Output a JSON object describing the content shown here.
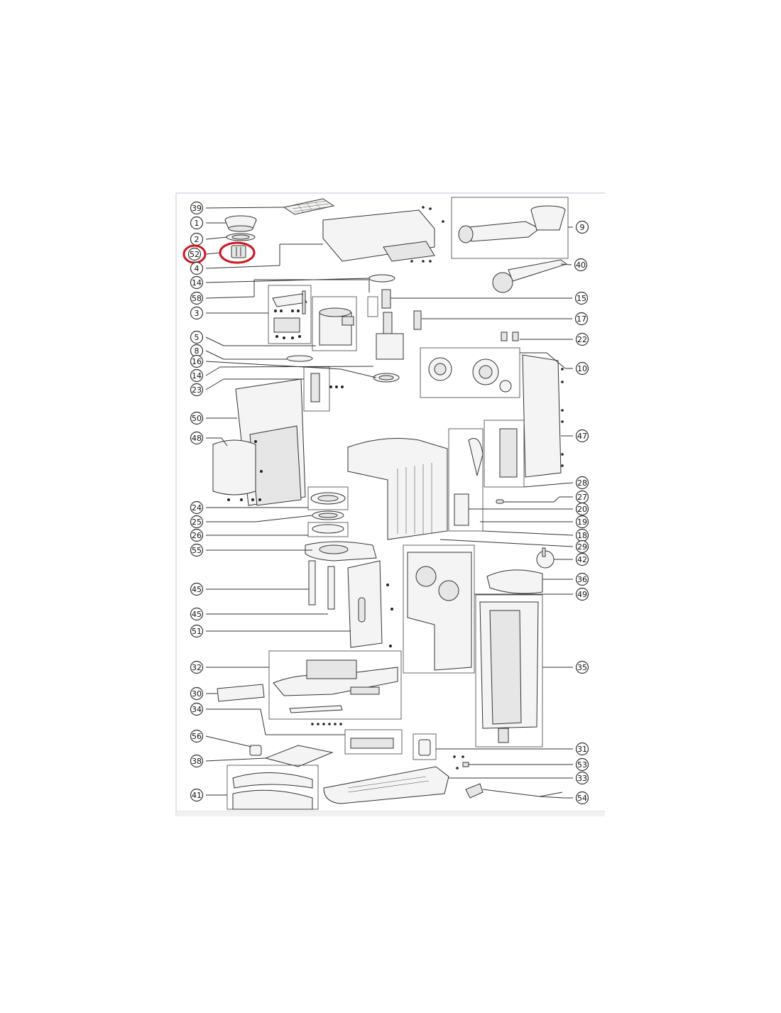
{
  "diagram": {
    "highlight_color": "#d0141c",
    "line_color": "#333333",
    "highlighted_label": "52",
    "callouts": [
      {
        "id": "c39",
        "label": "39"
      },
      {
        "id": "c1",
        "label": "1"
      },
      {
        "id": "c2",
        "label": "2"
      },
      {
        "id": "c52",
        "label": "52"
      },
      {
        "id": "c4",
        "label": "4"
      },
      {
        "id": "c14a",
        "label": "14"
      },
      {
        "id": "c58",
        "label": "58"
      },
      {
        "id": "c3",
        "label": "3"
      },
      {
        "id": "c5",
        "label": "5"
      },
      {
        "id": "c8",
        "label": "8"
      },
      {
        "id": "c16",
        "label": "16"
      },
      {
        "id": "c14b",
        "label": "14"
      },
      {
        "id": "c23",
        "label": "23"
      },
      {
        "id": "c50",
        "label": "50"
      },
      {
        "id": "c48",
        "label": "48"
      },
      {
        "id": "c24",
        "label": "24"
      },
      {
        "id": "c25",
        "label": "25"
      },
      {
        "id": "c26",
        "label": "26"
      },
      {
        "id": "c55",
        "label": "55"
      },
      {
        "id": "c45a",
        "label": "45"
      },
      {
        "id": "c45b",
        "label": "45"
      },
      {
        "id": "c51",
        "label": "51"
      },
      {
        "id": "c32",
        "label": "32"
      },
      {
        "id": "c30",
        "label": "30"
      },
      {
        "id": "c34",
        "label": "34"
      },
      {
        "id": "c56",
        "label": "56"
      },
      {
        "id": "c38",
        "label": "38"
      },
      {
        "id": "c41",
        "label": "41"
      },
      {
        "id": "c9",
        "label": "9"
      },
      {
        "id": "c40",
        "label": "40"
      },
      {
        "id": "c15",
        "label": "15"
      },
      {
        "id": "c17",
        "label": "17"
      },
      {
        "id": "c22",
        "label": "22"
      },
      {
        "id": "c10",
        "label": "10"
      },
      {
        "id": "c47",
        "label": "47"
      },
      {
        "id": "c28",
        "label": "28"
      },
      {
        "id": "c27",
        "label": "27"
      },
      {
        "id": "c20",
        "label": "20"
      },
      {
        "id": "c19",
        "label": "19"
      },
      {
        "id": "c18",
        "label": "18"
      },
      {
        "id": "c29",
        "label": "29"
      },
      {
        "id": "c42",
        "label": "42"
      },
      {
        "id": "c36",
        "label": "36"
      },
      {
        "id": "c49",
        "label": "49"
      },
      {
        "id": "c35",
        "label": "35"
      },
      {
        "id": "c31",
        "label": "31"
      },
      {
        "id": "c53",
        "label": "53"
      },
      {
        "id": "c33",
        "label": "33"
      },
      {
        "id": "c54",
        "label": "54"
      }
    ]
  }
}
